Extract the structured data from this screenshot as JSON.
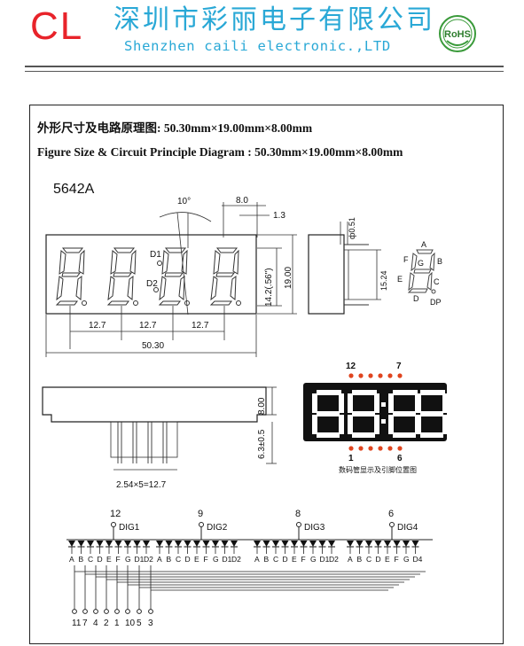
{
  "header": {
    "logo": "CL",
    "company_cn": "深圳市彩丽电子有限公司",
    "company_en": "Shenzhen caili electronic.,LTD",
    "rohs": "RoHS"
  },
  "titles": {
    "cn": "外形尺寸及电路原理图: 50.30mm×19.00mm×8.00mm",
    "en": "Figure Size & Circuit Principle Diagram : 50.30mm×19.00mm×8.00mm"
  },
  "model": "5642A",
  "dims": {
    "angle": "10°",
    "seg_width": "8.0",
    "seg_thick": "1.3",
    "digit_height": "14.2(.56\")",
    "height": "19.00",
    "pitch_1": "12.7",
    "pitch_2": "12.7",
    "pitch_3": "12.7",
    "total_width": "50.30",
    "pin_dia": "ф0.51",
    "side_dim": "15.24",
    "thickness": "8.00",
    "pin_len": "6.3±0.5",
    "pin_pitch": "2.54×5=12.7"
  },
  "segments": {
    "a": "A",
    "b": "B",
    "c": "C",
    "d": "D",
    "e": "E",
    "f": "F",
    "g": "G",
    "dp": "DP"
  },
  "digit_labels": {
    "d1": "D1",
    "d2": "D2"
  },
  "pin_view": {
    "top_left": "12",
    "top_right": "7",
    "bottom_left": "1",
    "bottom_right": "6",
    "caption": "数码管显示及引脚位置图"
  },
  "circuit": {
    "digits": [
      {
        "pin": "12",
        "name": "DIG1"
      },
      {
        "pin": "9",
        "name": "DIG2"
      },
      {
        "pin": "8",
        "name": "DIG3"
      },
      {
        "pin": "6",
        "name": "DIG4"
      }
    ],
    "seg_labels": [
      "A",
      "B",
      "C",
      "D",
      "E",
      "F",
      "G",
      "D1",
      "D2"
    ],
    "seg_labels_last": [
      "A",
      "B",
      "C",
      "D",
      "E",
      "F",
      "G",
      "D4"
    ],
    "bottom_pins": [
      "11",
      "7",
      "4",
      "2",
      "1",
      "10",
      "5",
      "3"
    ]
  }
}
